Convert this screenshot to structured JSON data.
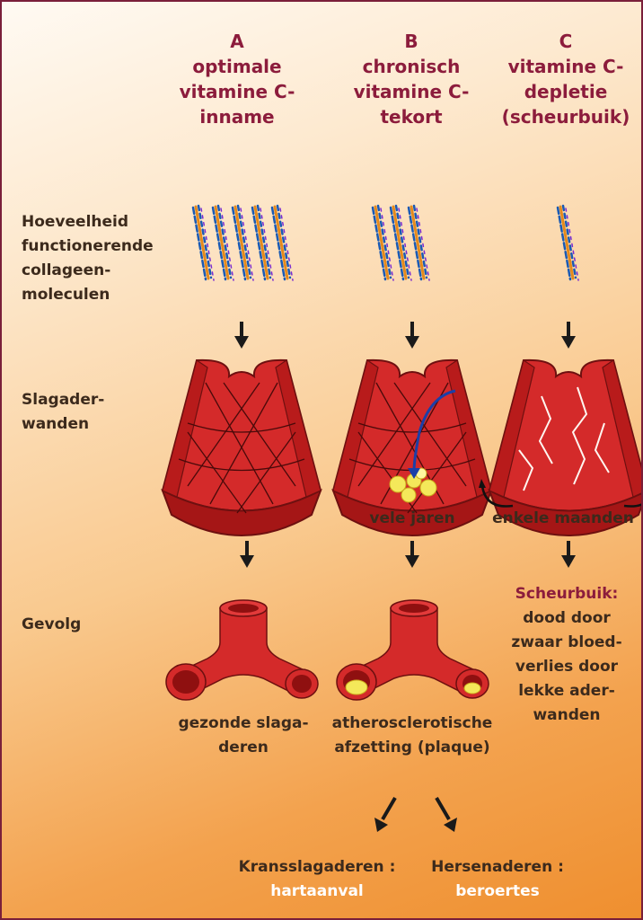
{
  "columns": [
    {
      "letter": "A",
      "title_lines": [
        "optimale",
        "vitamine C-",
        "inname"
      ]
    },
    {
      "letter": "B",
      "title_lines": [
        "chronisch",
        "vitamine C-",
        "tekort"
      ]
    },
    {
      "letter": "C",
      "title_lines": [
        "vitamine C-",
        "depletie",
        "(scheurbuik)"
      ]
    }
  ],
  "rows": {
    "collagen": [
      "Hoeveelheid",
      "functionerende",
      "collageen-",
      "moleculen"
    ],
    "walls": [
      "Slagader-",
      "wanden"
    ],
    "result": [
      "Gevolg"
    ]
  },
  "timespans": {
    "b": "vele jaren",
    "c": "enkele maanden"
  },
  "outcomes": {
    "a": [
      "gezonde slaga-",
      "deren"
    ],
    "b": [
      "atherosclerotische",
      "afzetting (plaque)"
    ],
    "c_title": "Scheurbuik:",
    "c": [
      "dood door",
      "zwaar bloed-",
      "verlies door",
      "lekke ader-",
      "wanden"
    ]
  },
  "consequences": {
    "left_title": "Kransslagaderen :",
    "left_value": "hartaanval",
    "right_title": "Hersenaderen :",
    "right_value": "beroertes"
  },
  "colors": {
    "accent": "#8c1c3c",
    "artery": "#d42a2a",
    "artery_dark": "#9e1414",
    "collagen_blue": "#1a5ab4",
    "collagen_orange": "#e58a1c",
    "plaque": "#f4e85a"
  }
}
